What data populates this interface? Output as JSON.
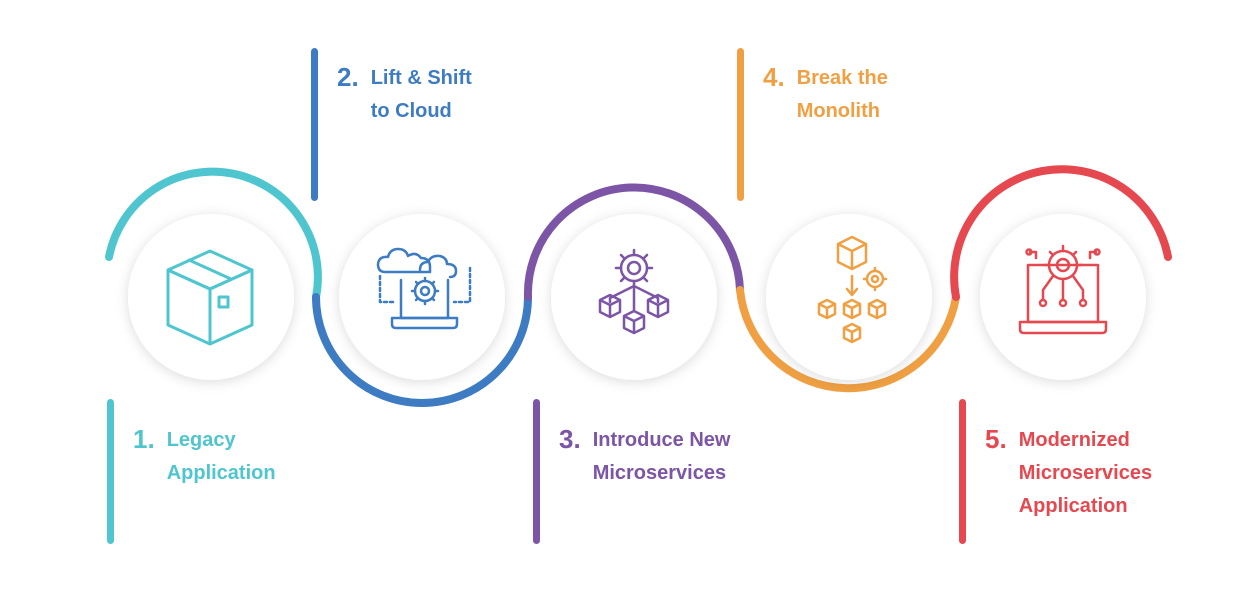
{
  "steps": [
    {
      "number": "1.",
      "lines": [
        "Legacy",
        "Application"
      ],
      "color": "#4fc6cf",
      "icon": "box-icon"
    },
    {
      "number": "2.",
      "lines": [
        "Lift & Shift",
        "to Cloud"
      ],
      "color": "#3d7cc3",
      "icon": "cloud-laptop-icon"
    },
    {
      "number": "3.",
      "lines": [
        "Introduce New",
        "Microservices"
      ],
      "color": "#7d55a6",
      "icon": "gear-network-icon"
    },
    {
      "number": "4.",
      "lines": [
        "Break the",
        "Monolith"
      ],
      "color": "#f0a043",
      "icon": "cubes-breakdown-icon"
    },
    {
      "number": "5.",
      "lines": [
        "Modernized",
        "Microservices",
        "Application"
      ],
      "color": "#e5484f",
      "icon": "gear-laptop-icon"
    }
  ]
}
